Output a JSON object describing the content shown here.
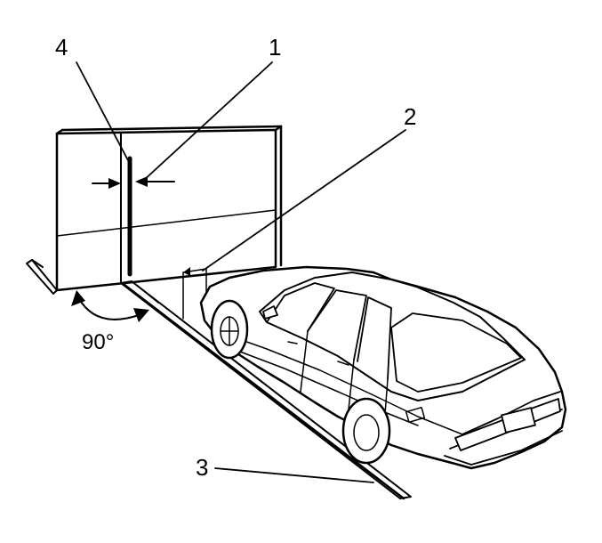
{
  "callouts": {
    "c1": "1",
    "c2": "2",
    "c3": "3",
    "c4": "4"
  },
  "angle_label": "90°",
  "colors": {
    "ink": "#000000",
    "paper": "#ffffff"
  }
}
